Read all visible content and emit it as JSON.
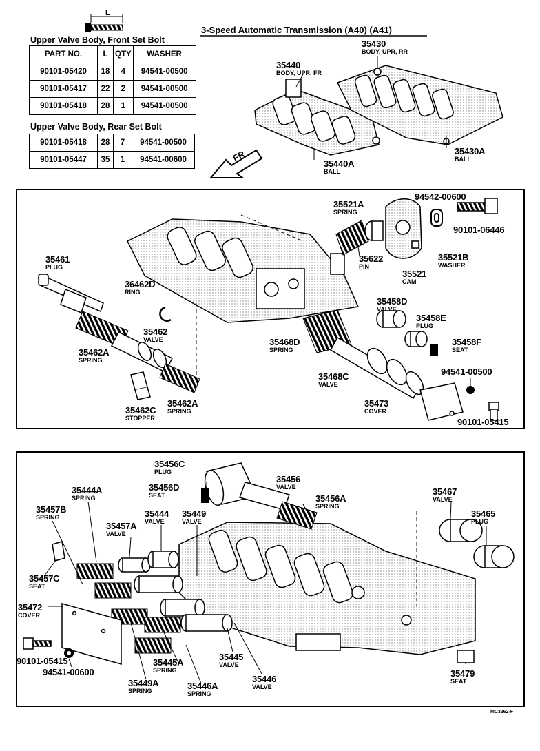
{
  "header": {
    "title": "3-Speed Automatic Transmission (A40) (A41)",
    "bolt_dimension_label": "L"
  },
  "front_table": {
    "title": "Upper Valve Body, Front Set Bolt",
    "columns": [
      "PART NO.",
      "L",
      "QTY",
      "WASHER"
    ],
    "rows": [
      [
        "90101-05420",
        "18",
        "4",
        "94541-00500"
      ],
      [
        "90101-05417",
        "22",
        "2",
        "94541-00500"
      ],
      [
        "90101-05418",
        "28",
        "1",
        "94541-00500"
      ]
    ]
  },
  "rear_table": {
    "title": "Upper Valve Body, Rear Set Bolt",
    "rows": [
      [
        "90101-05418",
        "28",
        "7",
        "94541-00500"
      ],
      [
        "90101-05447",
        "35",
        "1",
        "94541-00600"
      ]
    ]
  },
  "top_section": {
    "fr_arrow": "FR",
    "labels": [
      {
        "num": "35430",
        "sub": "BODY, UPR, RR"
      },
      {
        "num": "35440",
        "sub": "BODY, UPR, FR"
      },
      {
        "num": "35430A",
        "sub": "BALL"
      },
      {
        "num": "35440A",
        "sub": "BALL"
      }
    ]
  },
  "middle_section": {
    "labels": [
      {
        "num": "35521A",
        "sub": "SPRING"
      },
      {
        "num": "94542-00600",
        "sub": ""
      },
      {
        "num": "90101-06446",
        "sub": ""
      },
      {
        "num": "35622",
        "sub": "PIN"
      },
      {
        "num": "35521B",
        "sub": "WASHER"
      },
      {
        "num": "35521",
        "sub": "CAM"
      },
      {
        "num": "35461",
        "sub": "PLUG"
      },
      {
        "num": "36462D",
        "sub": "RING"
      },
      {
        "num": "35458D",
        "sub": "VALVE"
      },
      {
        "num": "35458E",
        "sub": "PLUG"
      },
      {
        "num": "35462",
        "sub": "VALVE"
      },
      {
        "num": "35468D",
        "sub": "SPRING"
      },
      {
        "num": "35458F",
        "sub": "SEAT"
      },
      {
        "num": "35462A",
        "sub": "SPRING"
      },
      {
        "num": "35468C",
        "sub": "VALVE"
      },
      {
        "num": "94541-00500",
        "sub": ""
      },
      {
        "num": "35462C",
        "sub": "STOPPER"
      },
      {
        "num": "35462A",
        "sub": "SPRING"
      },
      {
        "num": "35473",
        "sub": "COVER"
      },
      {
        "num": "90101-05415",
        "sub": ""
      }
    ]
  },
  "bottom_section": {
    "labels": [
      {
        "num": "35456C",
        "sub": "PLUG"
      },
      {
        "num": "35456",
        "sub": "VALVE"
      },
      {
        "num": "35456D",
        "sub": "SEAT"
      },
      {
        "num": "35456A",
        "sub": "SPRING"
      },
      {
        "num": "35444A",
        "sub": "SPRING"
      },
      {
        "num": "35467",
        "sub": "VALVE"
      },
      {
        "num": "35457B",
        "sub": "SPRING"
      },
      {
        "num": "35444",
        "sub": "VALVE"
      },
      {
        "num": "35449",
        "sub": "VALVE"
      },
      {
        "num": "35465",
        "sub": "PLUG"
      },
      {
        "num": "35457A",
        "sub": "VALVE"
      },
      {
        "num": "35457C",
        "sub": "SEAT"
      },
      {
        "num": "35472",
        "sub": "COVER"
      },
      {
        "num": "90101-05415",
        "sub": ""
      },
      {
        "num": "94541-00600",
        "sub": ""
      },
      {
        "num": "35445A",
        "sub": "SPRING"
      },
      {
        "num": "35449A",
        "sub": "SPRING"
      },
      {
        "num": "35446A",
        "sub": "SPRING"
      },
      {
        "num": "35445",
        "sub": "VALVE"
      },
      {
        "num": "35446",
        "sub": "VALVE"
      },
      {
        "num": "35479",
        "sub": "SEAT"
      }
    ],
    "figure_code": "MC3262-F"
  }
}
